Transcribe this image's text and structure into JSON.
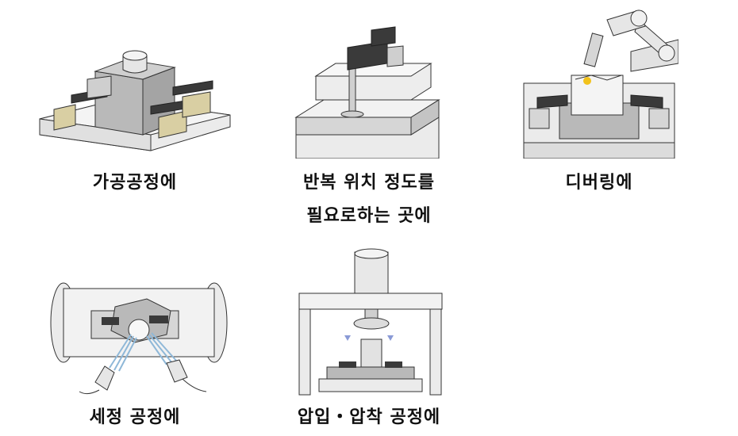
{
  "applications": [
    {
      "id": "machining",
      "caption": [
        "가공공정에"
      ]
    },
    {
      "id": "repeat_positioning",
      "caption": [
        "반복 위치 정도를",
        "필요로하는 곳에"
      ]
    },
    {
      "id": "deburring",
      "caption": [
        "디버링에"
      ]
    },
    {
      "id": "cleaning",
      "caption": [
        "세정 공정에"
      ]
    },
    {
      "id": "press_fit",
      "caption": [
        "압입・압착 공정에"
      ]
    }
  ],
  "colors": {
    "outline": "#333333",
    "base_light": "#ebebeb",
    "block_gray": "#b9b9b9",
    "clamp_dark": "#3a3a3a",
    "pad_beige": "#d9cfa3",
    "spray_blue": "#8fb8d8",
    "arrow_blue": "#8a9ad6",
    "spark_yellow": "#f2c21b"
  }
}
